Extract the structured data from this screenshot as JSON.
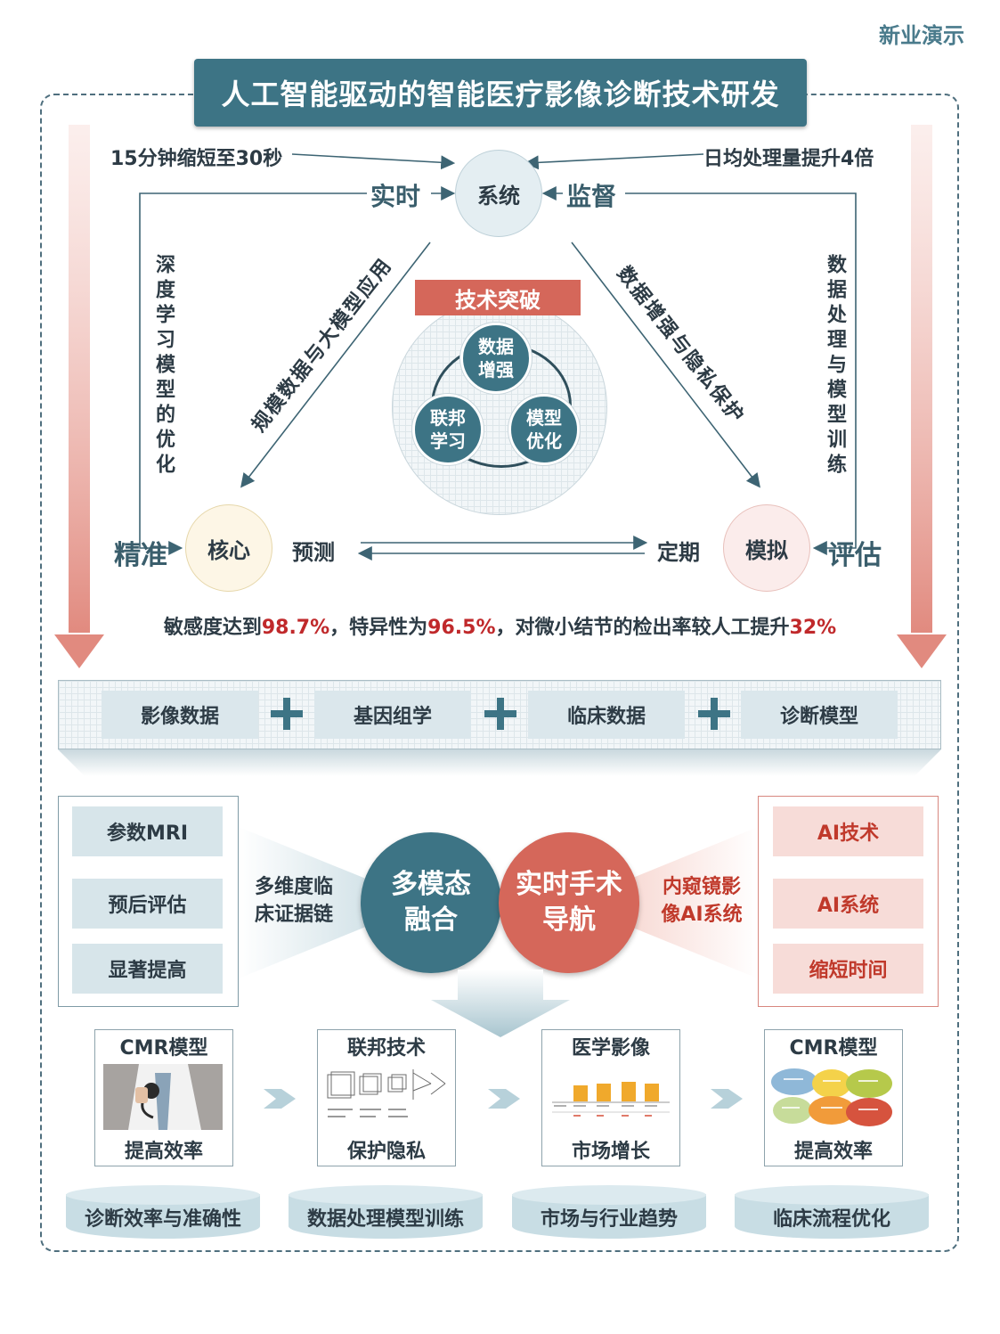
{
  "brand": "新业演示",
  "title": "人工智能驱动的智能医疗影像诊断技术研发",
  "top": {
    "left_note": "15分钟缩短至30秒",
    "right_note": "日均处理量提升4倍",
    "realtime": "实时",
    "system": "系统",
    "supervise": "监督"
  },
  "sides": {
    "left_vertical": "深度学习模型的优化",
    "right_vertical": "数据处理与模型训练",
    "diag_left": "规模数据与大模型应用",
    "diag_right": "数据增强与隐私保护"
  },
  "tech": {
    "heading": "技术突破",
    "nodes": [
      "数据\n增强",
      "联邦\n学习",
      "模型\n优化"
    ]
  },
  "bottom_row": {
    "precise": "精准",
    "core": "核心",
    "predict": "预测",
    "regular": "定期",
    "simulate": "模拟",
    "evaluate": "评估"
  },
  "stat": {
    "p1": "敏感度达到",
    "v1": "98.7%",
    "p2": "，特异性为",
    "v2": "96.5%",
    "p3": "，对微小结节的检出率较人工提升",
    "v3": "32%"
  },
  "strip": [
    "影像数据",
    "基因组学",
    "临床数据",
    "诊断模型"
  ],
  "fusion": {
    "left_items": [
      "参数MRI",
      "预后评估",
      "显著提高"
    ],
    "left_link": "多维度临\n床证据链",
    "center_left": "多模态\n融合",
    "center_right": "实时手术\n导航",
    "right_link": "内窥镜影\n像AI系统",
    "right_items": [
      "AI技术",
      "AI系统",
      "缩短时间"
    ]
  },
  "steps": [
    {
      "title": "CMR模型",
      "sub": "提高效率"
    },
    {
      "title": "联邦技术",
      "sub": "保护隐私"
    },
    {
      "title": "医学影像",
      "sub": "市场增长"
    },
    {
      "title": "CMR模型",
      "sub": "提高效率"
    }
  ],
  "bases": [
    "诊断效率与准确性",
    "数据处理模型训练",
    "市场与行业趋势",
    "临床流程优化"
  ],
  "colors": {
    "teal": "#3d7485",
    "coral": "#d5675a",
    "red_value": "#c0292b"
  }
}
